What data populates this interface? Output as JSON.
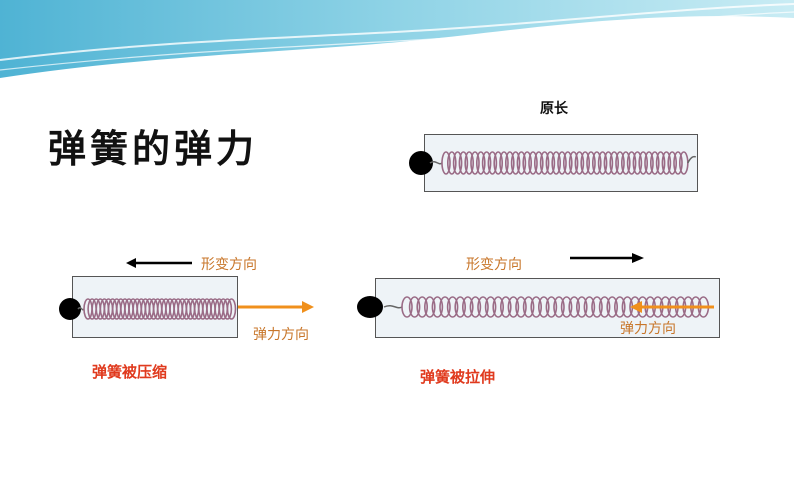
{
  "slide": {
    "title": "弹簧的弹力",
    "original_length_label": "原长",
    "compressed": {
      "deformation_label": "形变方向",
      "force_label": "弹力方向",
      "caption": "弹簧被压缩"
    },
    "stretched": {
      "deformation_label": "形变方向",
      "force_label": "弹力方向",
      "caption": "弹簧被拉伸"
    }
  },
  "colors": {
    "banner": "#6ec3dc",
    "spring": "#9a6b86",
    "force_arrow": "#f0901c",
    "caption": "#e03a1e"
  }
}
